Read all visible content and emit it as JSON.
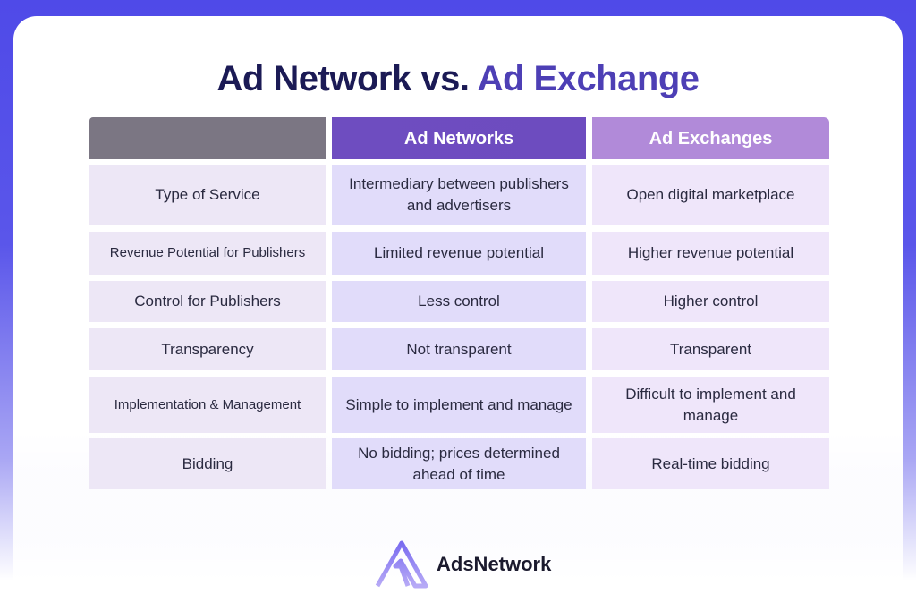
{
  "title": {
    "part1": "Ad Network vs.",
    "part2": "Ad Exchange"
  },
  "headers": [
    "",
    "Ad Networks",
    "Ad Exchanges"
  ],
  "rows": [
    {
      "label": "Type of Service",
      "network": "Intermediary between publishers and advertisers",
      "exchange": "Open digital marketplace"
    },
    {
      "label": "Revenue Potential for Publishers",
      "network": "Limited revenue potential",
      "exchange": "Higher revenue potential"
    },
    {
      "label": "Control for Publishers",
      "network": "Less control",
      "exchange": "Higher control"
    },
    {
      "label": "Transparency",
      "network": "Not transparent",
      "exchange": "Transparent"
    },
    {
      "label": "Implementation & Management",
      "network": "Simple to implement and manage",
      "exchange": "Difficult to implement and manage"
    },
    {
      "label": "Bidding",
      "network": "No bidding; prices determined ahead of time",
      "exchange": "Real-time bidding"
    }
  ],
  "brand": {
    "name": "AdsNetwork",
    "icon": "a-logo-icon"
  }
}
